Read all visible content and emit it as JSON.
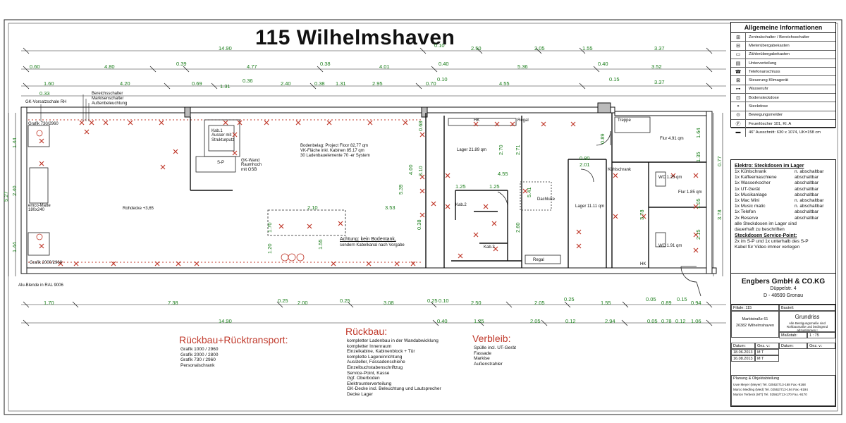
{
  "title": "115 Wilhelmshaven",
  "legend": {
    "header": "Allgemeine Informationen",
    "items": [
      {
        "icon": "⊞",
        "label": "Zentralschalter / Bereichsschalter"
      },
      {
        "icon": "⊟",
        "label": "Mieterübergabekasten"
      },
      {
        "icon": "▭",
        "label": "Zählerübergabekasten"
      },
      {
        "icon": "▤",
        "label": "Unterverteilung"
      },
      {
        "icon": "☎",
        "label": "Telefonanschluss"
      },
      {
        "icon": "⊠",
        "label": "Steuerung Klimagerät"
      },
      {
        "icon": "⊶",
        "label": "Wasseruhr"
      },
      {
        "icon": "⊡",
        "label": "Bodensteckdose"
      },
      {
        "icon": "⚬",
        "label": "Steckdose"
      },
      {
        "icon": "⊙",
        "label": "Bewegungsmelder"
      },
      {
        "icon": "Ⓕ",
        "label": "Feuerlöscher 101, Kl. A"
      },
      {
        "icon": "▬",
        "label": "46\" Ausschnitt: 630 x 1074, UK=158 cm"
      }
    ]
  },
  "elektro": {
    "heading1": "Elektro: Steckdosen im Lager",
    "items": [
      {
        "qty": "1x  Kühlschrank",
        "state": "n. abschaltbar"
      },
      {
        "qty": "1x  Kaffeemaschiene",
        "state": "abschaltbar"
      },
      {
        "qty": "1x  Wasserkocher",
        "state": "abschaltbar"
      },
      {
        "qty": "1x  UT-Gerät",
        "state": "abschaltbar"
      },
      {
        "qty": "1x  Musikanlage",
        "state": "abschaltbar"
      },
      {
        "qty": "1x  Mac Mini",
        "state": "n. abschaltbar"
      },
      {
        "qty": "1x  Music matic",
        "state": "n. abschaltbar"
      },
      {
        "qty": "1x  Telefon",
        "state": "abschaltbar"
      },
      {
        "qty": "2x  Reserve",
        "state": "abschaltbar"
      }
    ],
    "note1": "alle Steckdosen im Lager sind",
    "note2": "dauerhaft zu beschriften",
    "heading2": "Steckdosen Service-Point:",
    "note3": "2x im S-P und 1x unterhalb des S-P",
    "note4": "Kabel für Video immer verlegen"
  },
  "titleblock": {
    "company": "Engbers GmbH & CO.KG",
    "street": "Düppelstr. 4",
    "city": "D - 48599 Gronau",
    "project_label": "Filiale: 115 Wilhelmshaven",
    "bauteil_label": "Bauteil:",
    "address1": "Marktstraße 61",
    "address2": "26382 Wilhelmshaven",
    "drawing": "Grundriss",
    "drawing_note": "Alle Bestigungsmaße sind Rohbaumaße und bedingend abzustimmen !",
    "scale_label": "Maßstab:",
    "scale": "1 : 75",
    "date_label": "Datum:",
    "ges_label": "Gez. v.:",
    "dates": [
      {
        "date": "18.06.2013",
        "by": "M T"
      },
      {
        "date": "16.08.2013",
        "by": "M T"
      }
    ],
    "planning_label": "Planung & Objektabteilung",
    "contacts": [
      "Uwe Meyer     (Meyer)  Tel. 02562/713-168 Fax.-9168",
      "Marco Medling  (Med)   Tel. 02562/713-194 Fax.-9194",
      "Marion Terbeck (MT)    Tel. 02562/713-170 Fax.-9170"
    ]
  },
  "bottom": {
    "col1": {
      "heading": "Rückbau+Rücktransport:",
      "lines": [
        "Grafik 1000 / 2960",
        "Grafik 2000 / 2800",
        "Grafik 730 / 2960",
        "Personalschrank"
      ]
    },
    "col2": {
      "heading": "Rückbau:",
      "lines": [
        "kompletter Ladenbau in der Wandabwicklung",
        "kompletter Innenraum",
        "Einzelkabine, Kabinenblock + Tür",
        "komplette Lagereinrichtung",
        "Aussteller, Fassadenschiene",
        "Einzelbuchstabenschriftzug",
        "Service-Point, Kasse",
        "Ggf. Oberboden",
        "Elektrounterverteilung",
        "GK-Decke incl. Beleuchtung und Lautsprecher",
        "Decke Lager"
      ]
    },
    "col3": {
      "heading": "Verbleib:",
      "lines": [
        "Spülle incl. UT-Gerät",
        "Fassade",
        "Markise",
        "Außenstrahler"
      ]
    }
  },
  "plan": {
    "labels": [
      {
        "key": "bereich",
        "text": "Bereichsschalter"
      },
      {
        "key": "markise",
        "text": "Markisenschalter"
      },
      {
        "key": "aussen",
        "text": "Außenbeleuchtung"
      },
      {
        "key": "gkvor",
        "text": "GK-Vorsatzschale RH"
      },
      {
        "key": "grafik1",
        "text": "Grafik 730/2960"
      },
      {
        "key": "grafik2",
        "text": "Grafik 2000/2960"
      },
      {
        "key": "matte",
        "text": "emco-Matte 180x240"
      },
      {
        "key": "alu",
        "text": "Alu-Blende in RAL 9006"
      },
      {
        "key": "rohdecke",
        "text": "Rohdecke +3,65"
      },
      {
        "key": "kab",
        "text": "Kab.1 Ausser mit Strukturputz"
      },
      {
        "key": "gkwand",
        "text": "GK-Wand Raumhoch mit OSB"
      },
      {
        "key": "sp",
        "text": "S-P"
      },
      {
        "key": "boden1",
        "text": "Bodenbelag: Project Floor  82,77 qm"
      },
      {
        "key": "boden2",
        "text": "VK-Fläche inkl. Kabinen  85.17 qm"
      },
      {
        "key": "boden3",
        "text": "30 Ladenbauelemente 70 -er System"
      },
      {
        "key": "achtung1",
        "text": "Achtung: kein Bodentank,"
      },
      {
        "key": "achtung2",
        "text": "sondern Kabelkanal nach Vorgabe"
      },
      {
        "key": "lager1",
        "text": "Lager 21.89 qm"
      },
      {
        "key": "lager2",
        "text": "Lager 11.11 qm"
      },
      {
        "key": "hk1",
        "text": "HK"
      },
      {
        "key": "hk2",
        "text": "HK"
      },
      {
        "key": "regal1",
        "text": "Regal"
      },
      {
        "key": "regal2",
        "text": "Regal"
      },
      {
        "key": "dachluke",
        "text": "Dachluke"
      },
      {
        "key": "flur1",
        "text": "Flur 4.91 qm"
      },
      {
        "key": "flur2",
        "text": "Flur 1.85 qm"
      },
      {
        "key": "wc1",
        "text": "WC 1.25 qm"
      },
      {
        "key": "wc2",
        "text": "WC 1.91 qm"
      },
      {
        "key": "treppe",
        "text": "Treppe"
      },
      {
        "key": "kab2",
        "text": "Kab.2"
      },
      {
        "key": "kab3",
        "text": "Kab.3"
      },
      {
        "key": "kuhl",
        "text": "Kühlschrank"
      }
    ],
    "dims_top": [
      "14.90",
      "0.10",
      "2.50",
      "2.05",
      "1.55",
      "3.37",
      "0.60",
      "4.80",
      "0.39",
      "4.77",
      "0.38",
      "4.01",
      "0.40",
      "5.36",
      "0.40",
      "3.52",
      "1.60",
      "4.20",
      "0.69",
      "1.31",
      "0.36",
      "2.40",
      "0.38",
      "1.31",
      "2.95",
      "0.70",
      "0.10",
      "4.55",
      "0.15",
      "3.37",
      "0.33"
    ],
    "dims_bottom": [
      "1.70",
      "7.38",
      "0.25",
      "2.00",
      "0.25",
      "3.08",
      "0.25",
      "0.10",
      "2.50",
      "2.05",
      "0.25",
      "1.55",
      "0.05",
      "0.89",
      "0.15",
      "0.94",
      "14.90",
      "0.40",
      "1.25",
      "2.05",
      "0.12",
      "2.94",
      "0.05",
      "0.78",
      "0.12",
      "1.06"
    ],
    "dims_left": [
      "1.44",
      "5.27",
      "2.40",
      "1.44"
    ],
    "dims_inner": [
      "2.10",
      "3.53",
      "1.70",
      "1.20",
      "1.55",
      "5.39",
      "4.00",
      "0.38",
      "3.10",
      "0.68",
      "2.70",
      "2.71",
      "4.55",
      "1.25",
      "1.25",
      "2.60",
      "5.41",
      "0.80",
      "2.01",
      "0.89",
      "3.78",
      "2.15",
      "1.64",
      "1.35",
      "1.05",
      "3.78",
      "0.77"
    ]
  }
}
